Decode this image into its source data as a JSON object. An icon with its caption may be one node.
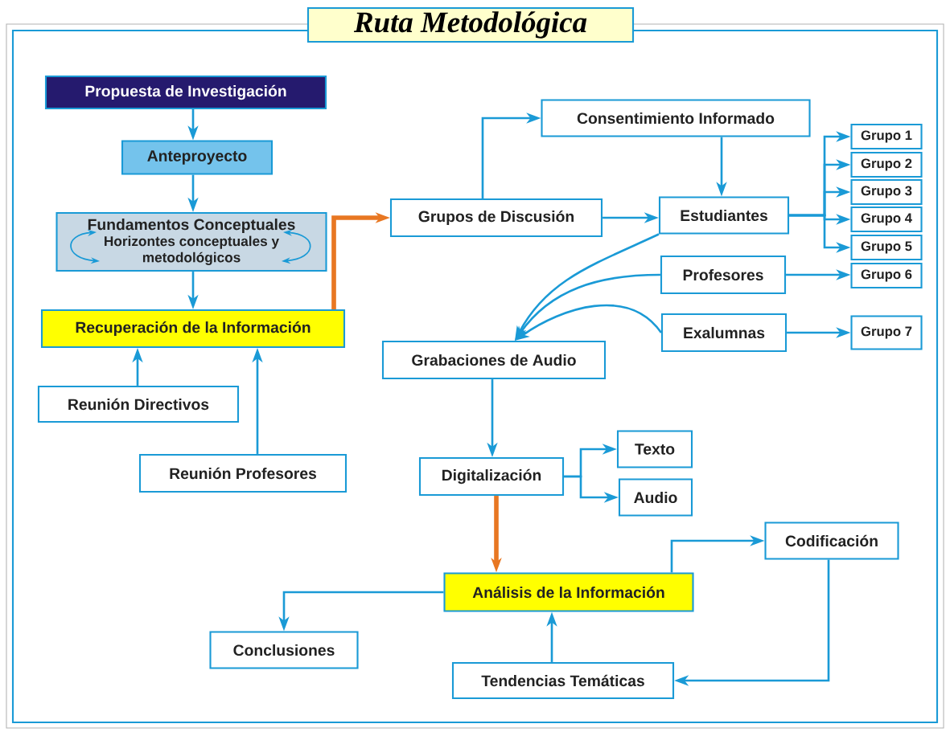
{
  "diagram": {
    "title": "Ruta Metodológica",
    "nodes": [
      {
        "text": [
          "Propuesta de Investigación"
        ]
      },
      {
        "text": [
          "Anteproyecto"
        ]
      },
      {
        "text": [
          "Fundamentos Conceptuales",
          "Horizontes conceptuales y metodológicos"
        ]
      },
      {
        "text": [
          "Recuperación de la Información"
        ]
      },
      {
        "text": [
          "Reunión Directivos"
        ]
      },
      {
        "text": [
          "Reunión Profesores"
        ]
      },
      {
        "text": [
          "Grupos de Discusión"
        ]
      },
      {
        "text": [
          "Consentimiento Informado"
        ]
      },
      {
        "text": [
          "Estudiantes"
        ]
      },
      {
        "text": [
          "Profesores"
        ]
      },
      {
        "text": [
          "Exalumnas"
        ]
      },
      {
        "text": [
          "Grupo 1"
        ]
      },
      {
        "text": [
          "Grupo 2"
        ]
      },
      {
        "text": [
          "Grupo 3"
        ]
      },
      {
        "text": [
          "Grupo 4"
        ]
      },
      {
        "text": [
          "Grupo 5"
        ]
      },
      {
        "text": [
          "Grupo 6"
        ]
      },
      {
        "text": [
          "Grupo 7"
        ]
      },
      {
        "text": [
          "Grabaciones de Audio"
        ]
      },
      {
        "text": [
          "Digitalización"
        ]
      },
      {
        "text": [
          "Texto"
        ]
      },
      {
        "text": [
          "Audio"
        ]
      },
      {
        "text": [
          "Análisis de la Información"
        ]
      },
      {
        "text": [
          "Codificación"
        ]
      },
      {
        "text": [
          "Conclusiones"
        ]
      },
      {
        "text": [
          "Tendencias Temáticas"
        ]
      }
    ],
    "edges": [
      {
        "from": 0,
        "to": 1,
        "arrow": "to"
      },
      {
        "from": 1,
        "to": 2,
        "arrow": "to"
      },
      {
        "from": 2,
        "to": 3,
        "arrow": "to"
      },
      {
        "from": 4,
        "to": 3,
        "arrow": "to"
      },
      {
        "from": 5,
        "to": 3,
        "arrow": "to"
      },
      {
        "from": 3,
        "to": 6,
        "arrow": "to",
        "style": "thick",
        "color": "#e87722"
      },
      {
        "from": 6,
        "to": 7,
        "arrow": "to"
      },
      {
        "from": 6,
        "to": 8,
        "arrow": "to"
      },
      {
        "from": 7,
        "to": 8,
        "arrow": "to"
      },
      {
        "from": 8,
        "to": 11,
        "arrow": "to"
      },
      {
        "from": 8,
        "to": 12,
        "arrow": "to"
      },
      {
        "from": 8,
        "to": 13,
        "arrow": "to"
      },
      {
        "from": 8,
        "to": 14,
        "arrow": "to"
      },
      {
        "from": 8,
        "to": 15,
        "arrow": "to"
      },
      {
        "from": 9,
        "to": 16,
        "arrow": "to"
      },
      {
        "from": 10,
        "to": 17,
        "arrow": "to"
      },
      {
        "from": 8,
        "to": 18,
        "arrow": "to"
      },
      {
        "from": 9,
        "to": 18,
        "arrow": "to"
      },
      {
        "from": 10,
        "to": 18,
        "arrow": "to"
      },
      {
        "from": 18,
        "to": 19,
        "arrow": "to"
      },
      {
        "from": 19,
        "to": 20,
        "arrow": "to"
      },
      {
        "from": 19,
        "to": 21,
        "arrow": "to"
      },
      {
        "from": 19,
        "to": 22,
        "arrow": "to",
        "style": "thick",
        "color": "#e87722"
      },
      {
        "from": 22,
        "to": 23,
        "arrow": "to"
      },
      {
        "from": 23,
        "to": 25,
        "arrow": "to"
      },
      {
        "from": 25,
        "to": 22,
        "arrow": "to"
      },
      {
        "from": 22,
        "to": 24,
        "arrow": "to"
      }
    ]
  }
}
